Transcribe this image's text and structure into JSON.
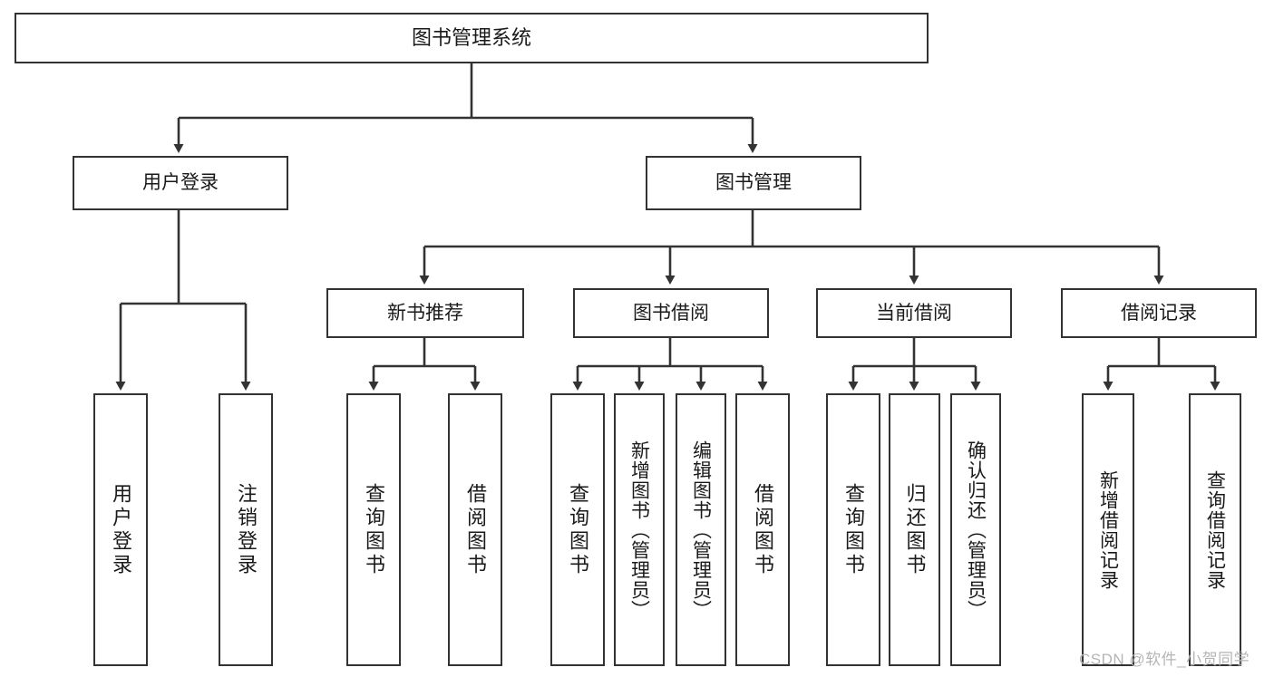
{
  "diagram": {
    "title": "图书管理系统",
    "type": "tree",
    "orientation": "top-down",
    "colors": {
      "box_border": "#333333",
      "box_fill": "#ffffff",
      "edge": "#333333",
      "text": "#1a1a1a",
      "watermark": "#b5b5b5",
      "background": "#ffffff"
    },
    "root": {
      "label": "图书管理系统"
    },
    "level1": [
      {
        "label": "用户登录"
      },
      {
        "label": "图书管理"
      }
    ],
    "level2": [
      {
        "label": "新书推荐"
      },
      {
        "label": "图书借阅"
      },
      {
        "label": "当前借阅"
      },
      {
        "label": "借阅记录"
      }
    ],
    "leaves": {
      "user_login": [
        {
          "label": "用户登录"
        },
        {
          "label": "注销登录"
        }
      ],
      "new_book_recommend": [
        {
          "label": "查询图书"
        },
        {
          "label": "借阅图书"
        }
      ],
      "book_borrow": [
        {
          "label": "查询图书"
        },
        {
          "label": "新增图书（管理员）"
        },
        {
          "label": "编辑图书（管理员）"
        },
        {
          "label": "借阅图书"
        }
      ],
      "current_borrow": [
        {
          "label": "查询图书"
        },
        {
          "label": "归还图书"
        },
        {
          "label": "确认归还（管理员）"
        }
      ],
      "borrow_records": [
        {
          "label": "新增借阅记录"
        },
        {
          "label": "查询借阅记录"
        }
      ]
    }
  },
  "watermark": {
    "text": "CSDN @软件_小贺同学"
  }
}
